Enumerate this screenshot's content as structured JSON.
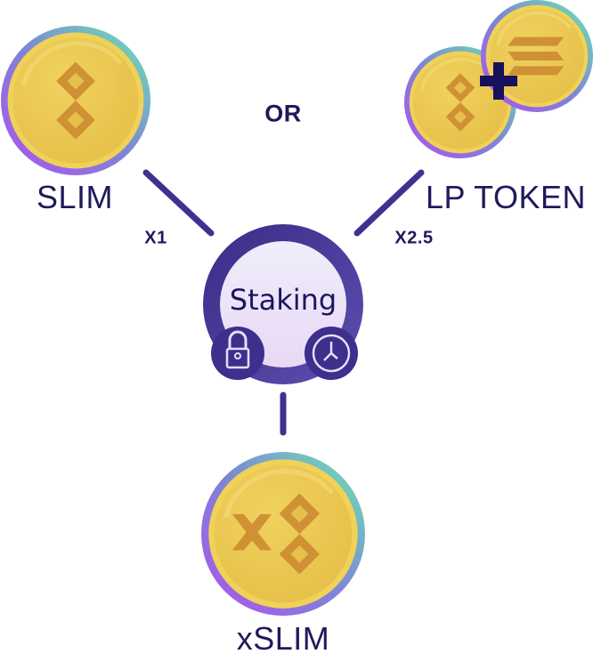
{
  "labels": {
    "or": "OR",
    "slim": "SLIM",
    "lp_token": "LP TOKEN",
    "xslim": "xSLIM",
    "staking": "Staking"
  },
  "multipliers": {
    "slim": "X1",
    "lp_token": "X2.5"
  },
  "icons": [
    "slim-coin-icon",
    "lp-token-coins-icon",
    "plus-icon",
    "lock-icon",
    "clock-icon",
    "xslim-coin-icon"
  ],
  "colors": {
    "navy": "#1f1a5c",
    "coin_gold": "#eac54e",
    "glyph_orange": "#cf9134",
    "ring_purple": "#a855e8",
    "ring_teal": "#6ee0b5",
    "staking_ring": "#4b3d9a"
  }
}
